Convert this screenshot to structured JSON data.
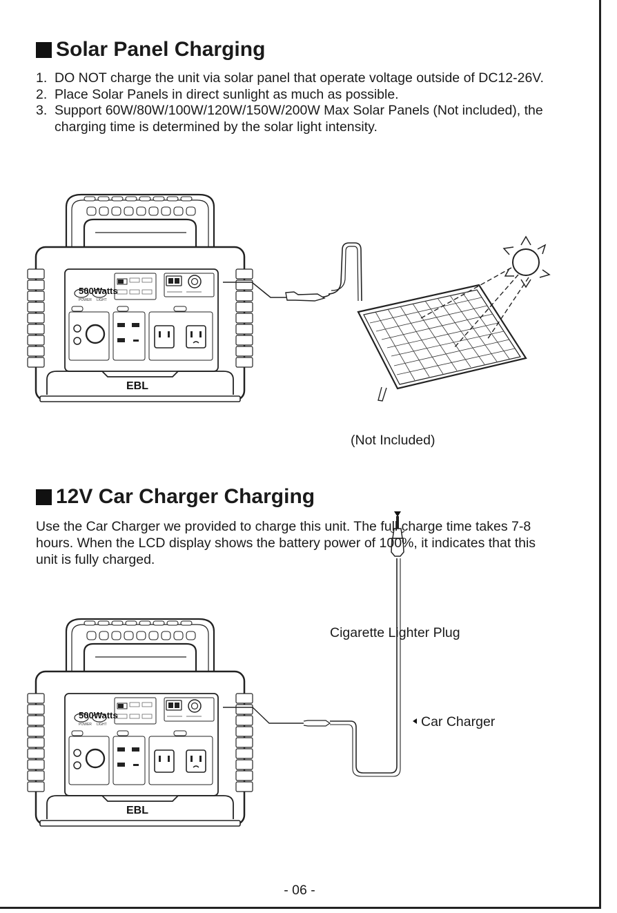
{
  "solar": {
    "title": "Solar Panel Charging",
    "steps": [
      {
        "num": "1.",
        "text": "DO NOT charge the unit via solar panel that operate voltage outside of DC12-26V."
      },
      {
        "num": "2.",
        "text": "Place Solar Panels in direct sunlight as much as possible."
      },
      {
        "num": "3.",
        "text": "Support 60W/80W/100W/120W/150W/200W Max Solar Panels (Not included), the charging time is determined by the solar light intensity."
      }
    ],
    "caption": "(Not Included)"
  },
  "car": {
    "title": "12V Car Charger Charging",
    "paragraph": "Use the Car Charger we provided to charge this unit. The full charge time takes 7-8 hours. When the LCD display shows the battery power of 100%, it indicates that this unit is fully charged.",
    "label_plug": "Cigarette Lighter Plug",
    "label_charger": "Car Charger"
  },
  "device": {
    "brand": "EBL",
    "wattage": "500Watts",
    "power_label": "POWER",
    "light_label": "LIGHT"
  },
  "page_number": "- 06 -"
}
